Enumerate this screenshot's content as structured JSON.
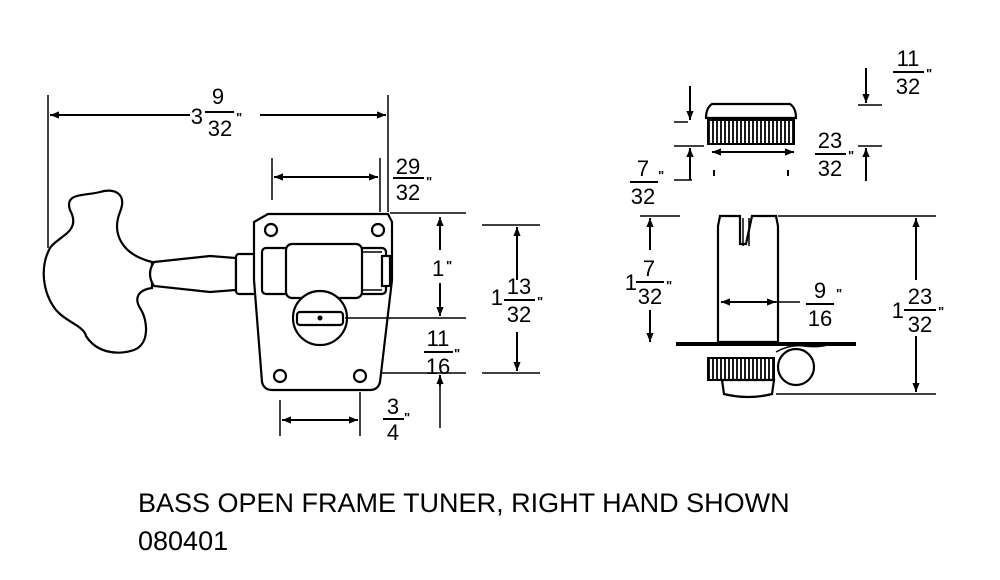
{
  "caption": {
    "title": "BASS OPEN FRAME TUNER, RIGHT HAND SHOWN",
    "part_number": "080401"
  },
  "dimensions": {
    "overall_length": {
      "whole": "3",
      "num": "9",
      "den": "32",
      "unit": "\""
    },
    "post_offset": {
      "num": "29",
      "den": "32",
      "unit": "\""
    },
    "post_to_top": {
      "whole": "1",
      "unit": "\""
    },
    "plate_height": {
      "whole": "1",
      "num": "13",
      "den": "32",
      "unit": "\""
    },
    "post_to_bottom": {
      "num": "11",
      "den": "16",
      "unit": "\""
    },
    "screw_spacing": {
      "num": "3",
      "den": "4",
      "unit": "\""
    },
    "bushing_thickness": {
      "num": "11",
      "den": "32",
      "unit": "\""
    },
    "bushing_diameter": {
      "num": "23",
      "den": "32",
      "unit": "\""
    },
    "flange_height": {
      "num": "7",
      "den": "32",
      "unit": "\""
    },
    "post_height": {
      "whole": "1",
      "num": "7",
      "den": "32",
      "unit": "\""
    },
    "post_diameter": {
      "num": "9",
      "den": "16",
      "unit": "\""
    },
    "overall_height": {
      "whole": "1",
      "num": "23",
      "den": "32",
      "unit": "\""
    }
  }
}
